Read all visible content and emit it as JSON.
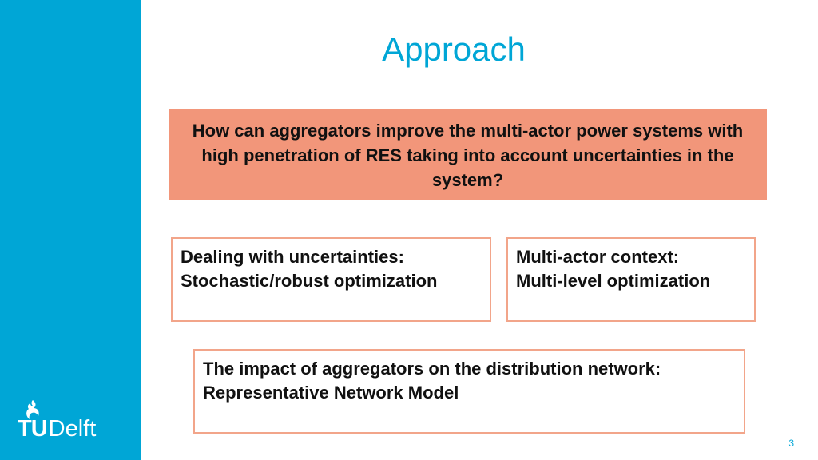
{
  "slide": {
    "title": "Approach",
    "research_question": "How can aggregators improve the multi-actor power systems with high penetration of RES taking into account uncertainties in the system?",
    "boxes": [
      {
        "heading": "Dealing with uncertainties:",
        "text": "Stochastic/robust optimization"
      },
      {
        "heading": "Multi-actor context:",
        "text": "Multi-level optimization"
      },
      {
        "heading": "The impact of aggregators on the distribution network:",
        "text": "Representative Network Model"
      }
    ],
    "page_number": "3"
  },
  "logo": {
    "tu": "TU",
    "delft": "Delft",
    "icon": "flame-icon"
  },
  "colors": {
    "brand": "#00a6d6",
    "question_fill": "#f2967a",
    "box_border": "#f2a58a"
  }
}
